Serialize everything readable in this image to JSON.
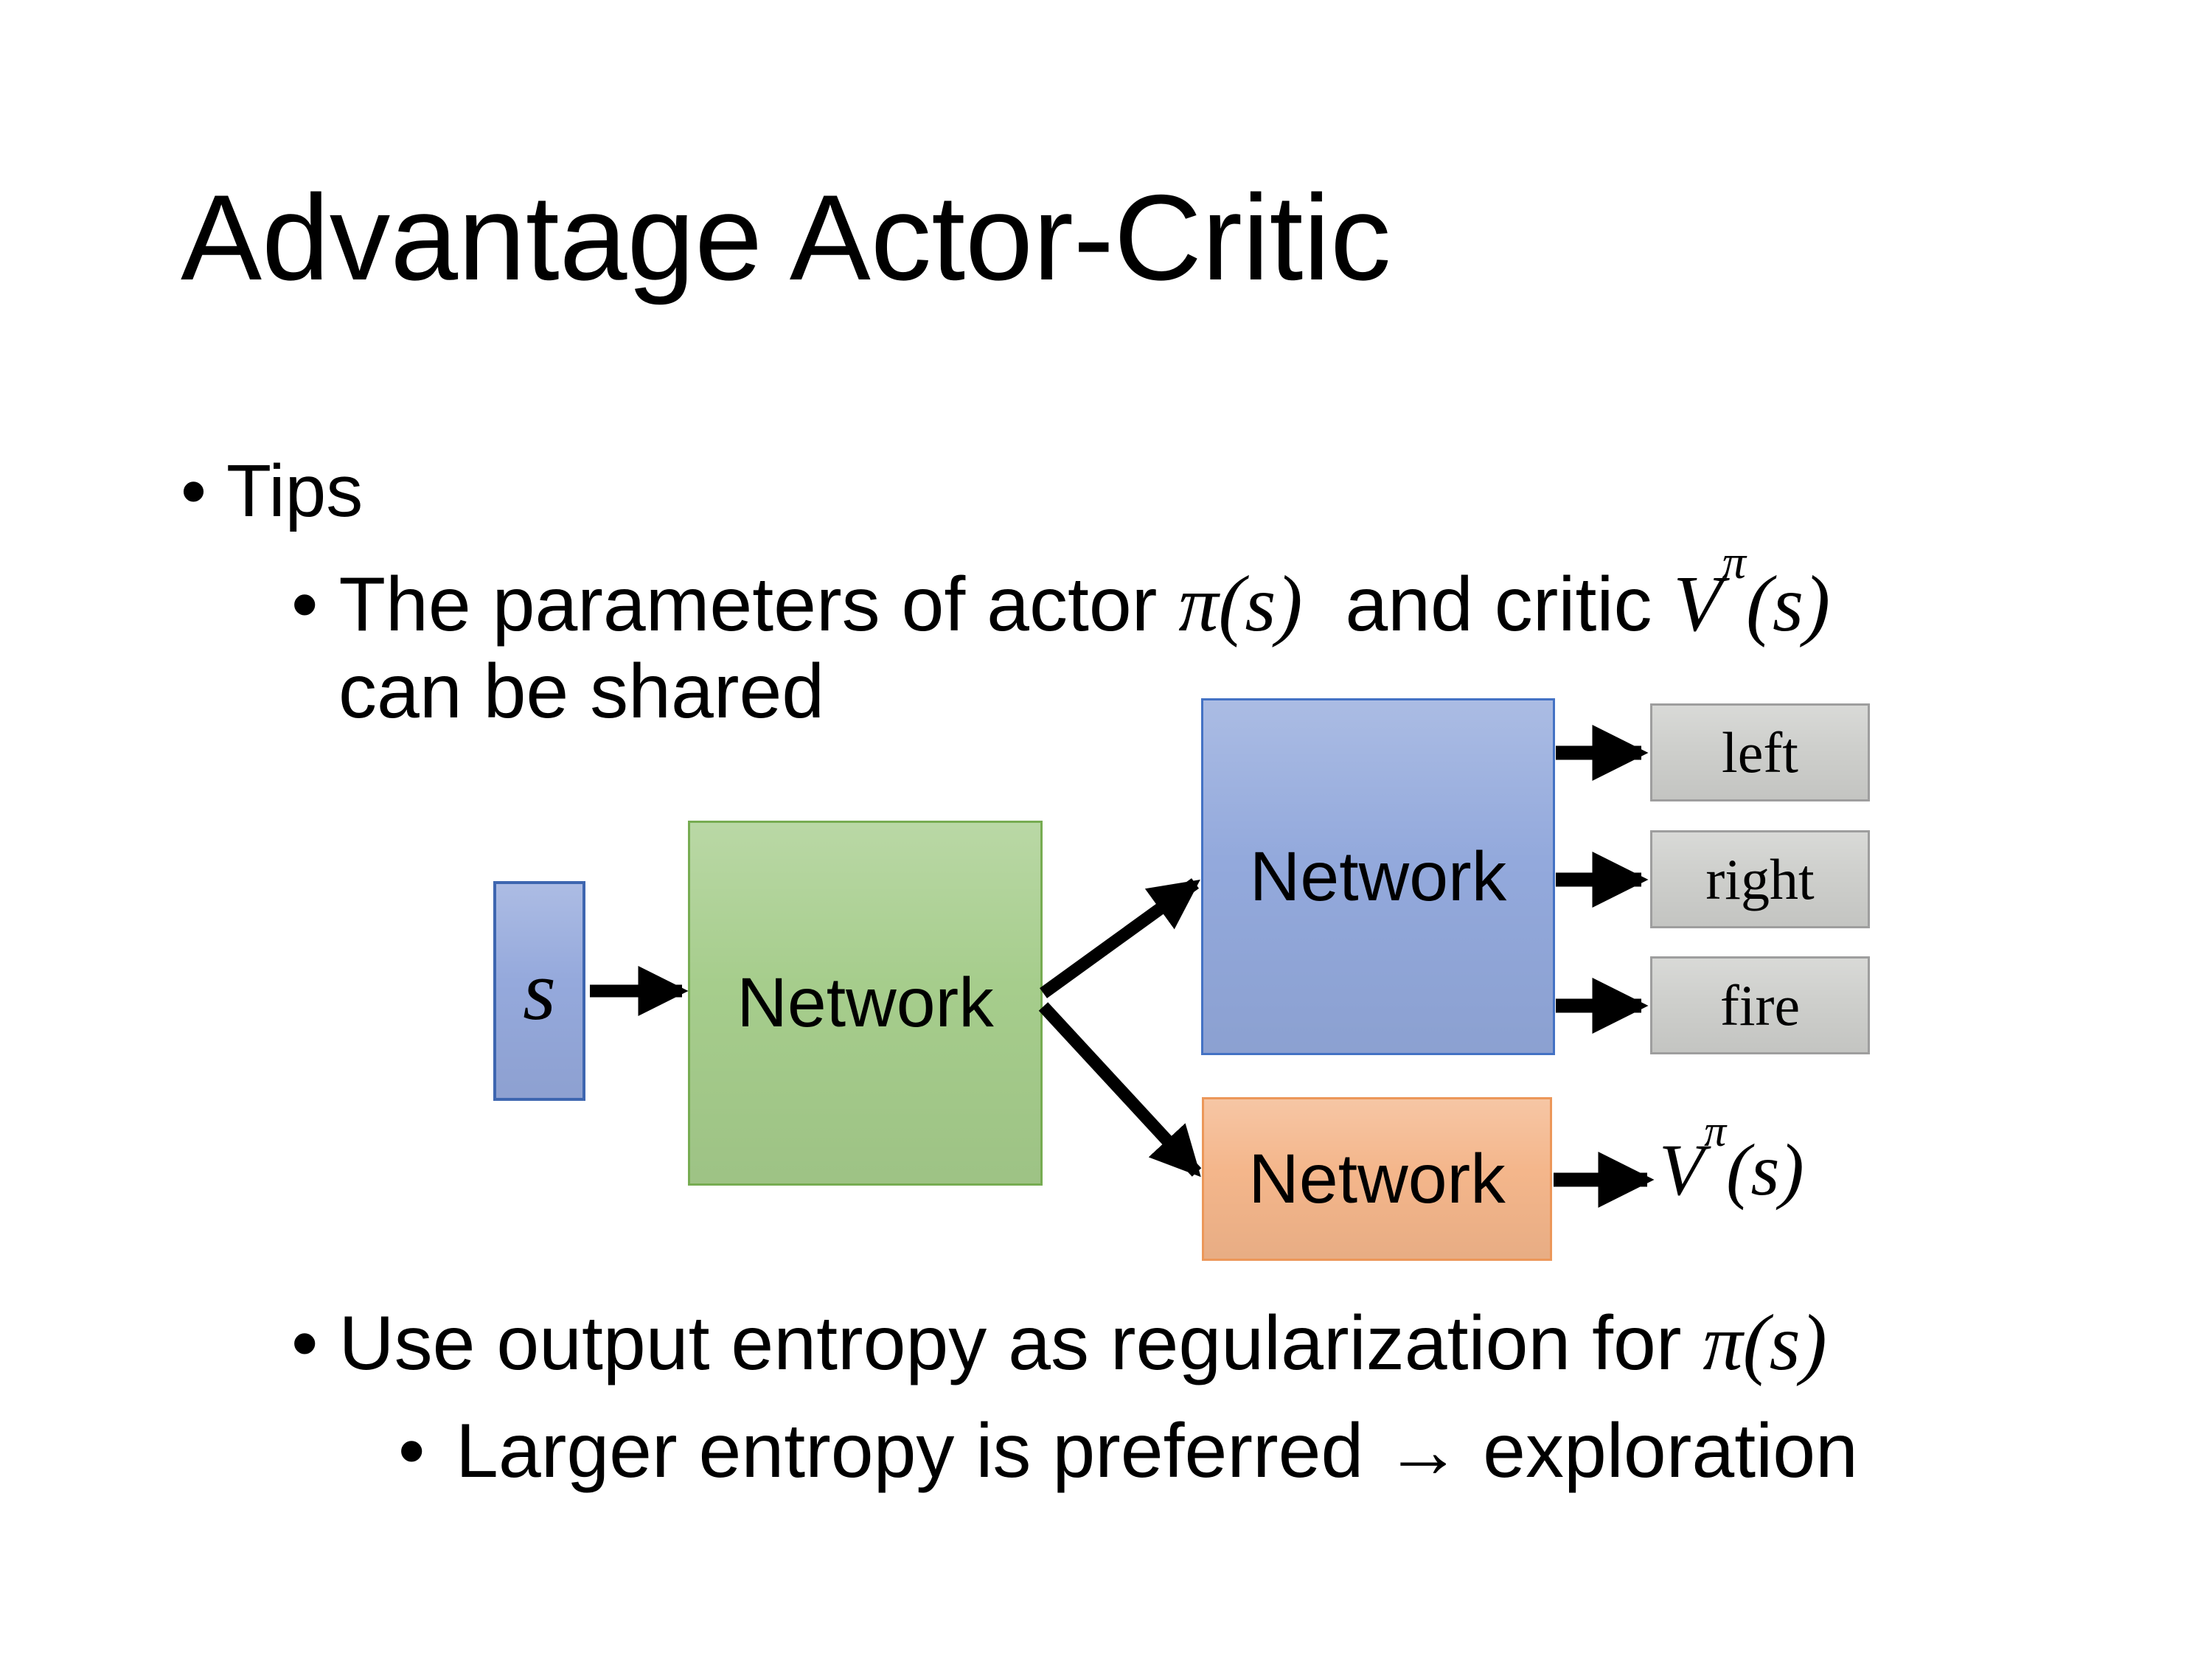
{
  "slide": {
    "title": "Advantage Actor-Critic",
    "bullets": {
      "bullet_glyph": "•",
      "tips_label": "Tips",
      "shared_prefix": "The parameters of actor ",
      "actor_math": "π(s)",
      "shared_mid": "  and critic ",
      "critic_base": "V",
      "critic_sup": "π",
      "critic_args": "(s)",
      "shared_line2": "can be shared",
      "entropy_prefix": "Use output entropy as regularization for ",
      "entropy_math": "π(s)",
      "exploration_text": "Larger entropy is preferred → exploration"
    },
    "diagram": {
      "state_label": "s",
      "shared_network_label": "Network",
      "actor_network_label": "Network",
      "critic_network_label": "Network",
      "actions": [
        "left",
        "right",
        "fire"
      ],
      "value_base": "V",
      "value_sup": "π",
      "value_args": "(s)"
    },
    "colors": {
      "background": "#FFFFFF",
      "text": "#000000",
      "arrow": "#000000",
      "state_fill": "#95A9DC",
      "state_border": "#3E66B0",
      "shared_fill": "#A6CD8C",
      "shared_border": "#77AC52",
      "actor_fill": "#93A9DC",
      "actor_border": "#4472C4",
      "critic_fill": "#F4B68B",
      "critic_border": "#EC9759",
      "action_fill": "#CECFCC",
      "action_border": "#9E9E9E"
    }
  }
}
